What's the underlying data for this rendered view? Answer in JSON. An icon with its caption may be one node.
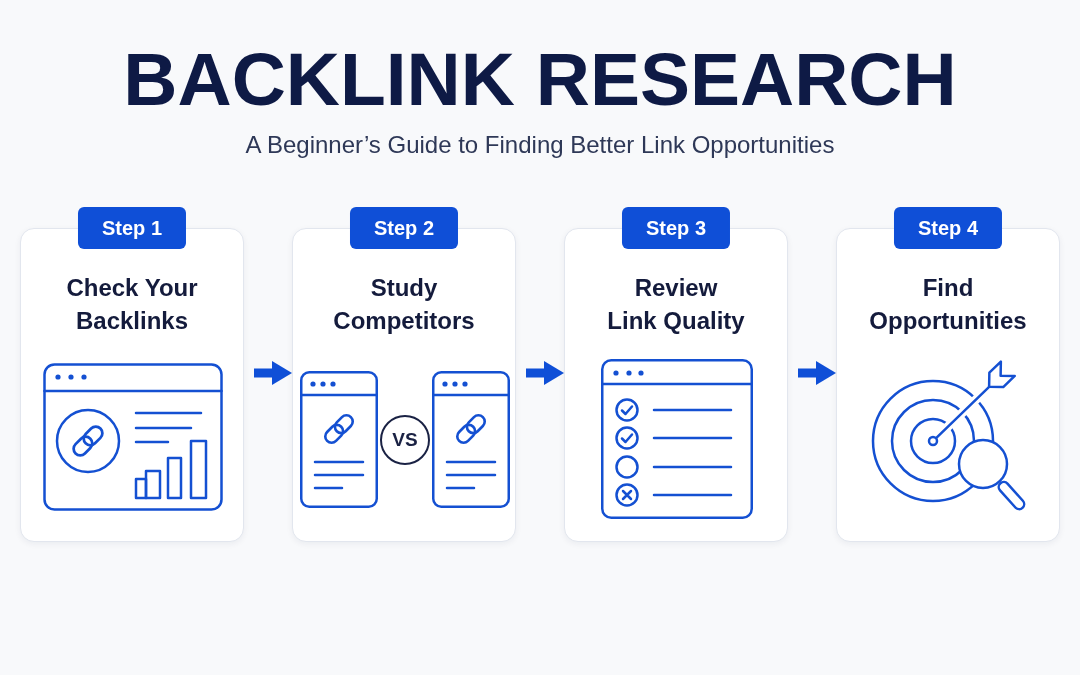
{
  "diagram": {
    "title": "BACKLINK RESEARCH",
    "nodes": [
      {
        "text": [
          "Step 1",
          "Check Your Backlinks"
        ]
      },
      {
        "text": [
          "Step 2",
          "Study Competitors"
        ]
      },
      {
        "text": [
          "VS"
        ],
        "in": 1
      },
      {
        "text": [
          "Step 3",
          "Review Link Quality"
        ]
      },
      {
        "text": [
          "Step 4",
          "Find Opportunities"
        ]
      }
    ],
    "edges": [
      {
        "from": 0,
        "to": 1,
        "arrow": "to"
      },
      {
        "from": 1,
        "to": 3,
        "arrow": "to"
      },
      {
        "from": 3,
        "to": 4,
        "arrow": "to"
      }
    ],
    "labels": [
      "A Beginner’s Guide to Finding Better Link Opportunities"
    ]
  }
}
